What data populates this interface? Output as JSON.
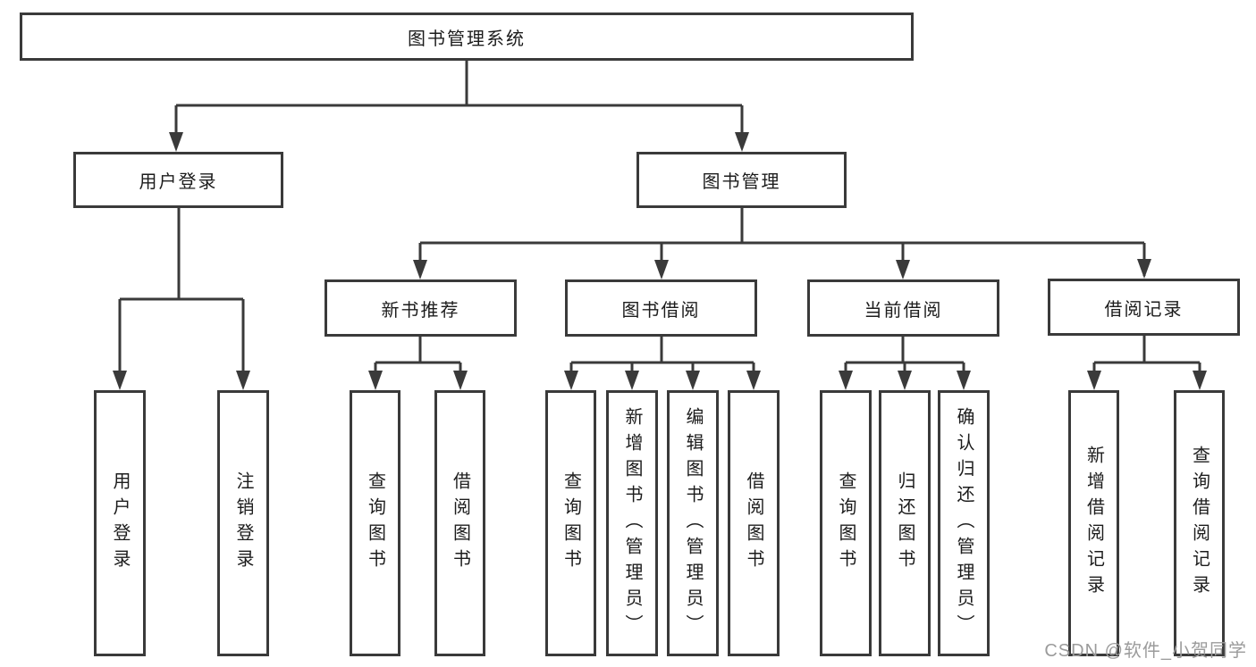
{
  "diagram": {
    "root": {
      "label": "图书管理系统"
    },
    "level2": {
      "user_login": {
        "label": "用户登录"
      },
      "book_mgmt": {
        "label": "图书管理"
      }
    },
    "level3": {
      "new_books": {
        "label": "新书推荐"
      },
      "book_borrow": {
        "label": "图书借阅"
      },
      "current_borrow": {
        "label": "当前借阅"
      },
      "borrow_records": {
        "label": "借阅记录"
      }
    },
    "leaves": {
      "user_login_leaf": {
        "label": "用户登录"
      },
      "logout_leaf": {
        "label": "注销登录"
      },
      "nb_query_books": {
        "label": "查询图书"
      },
      "nb_borrow_books": {
        "label": "借阅图书"
      },
      "bb_query_books": {
        "label": "查询图书"
      },
      "bb_add_books_admin": {
        "label": "新增图书（管理员）"
      },
      "bb_edit_books_admin": {
        "label": "编辑图书（管理员）"
      },
      "bb_borrow_books": {
        "label": "借阅图书"
      },
      "cb_query_books": {
        "label": "查询图书"
      },
      "cb_return_books": {
        "label": "归还图书"
      },
      "cb_confirm_return_admin": {
        "label": "确认归还（管理员）"
      },
      "br_add_record": {
        "label": "新增借阅记录"
      },
      "br_query_record": {
        "label": "查询借阅记录"
      }
    },
    "watermark": "CSDN @软件_小贺同学",
    "colors": {
      "line": "#3a3a3a",
      "box_border": "#3a3a3a",
      "text": "#1c1c1c",
      "watermark": "#9b9b9b",
      "background": "#ffffff"
    }
  }
}
